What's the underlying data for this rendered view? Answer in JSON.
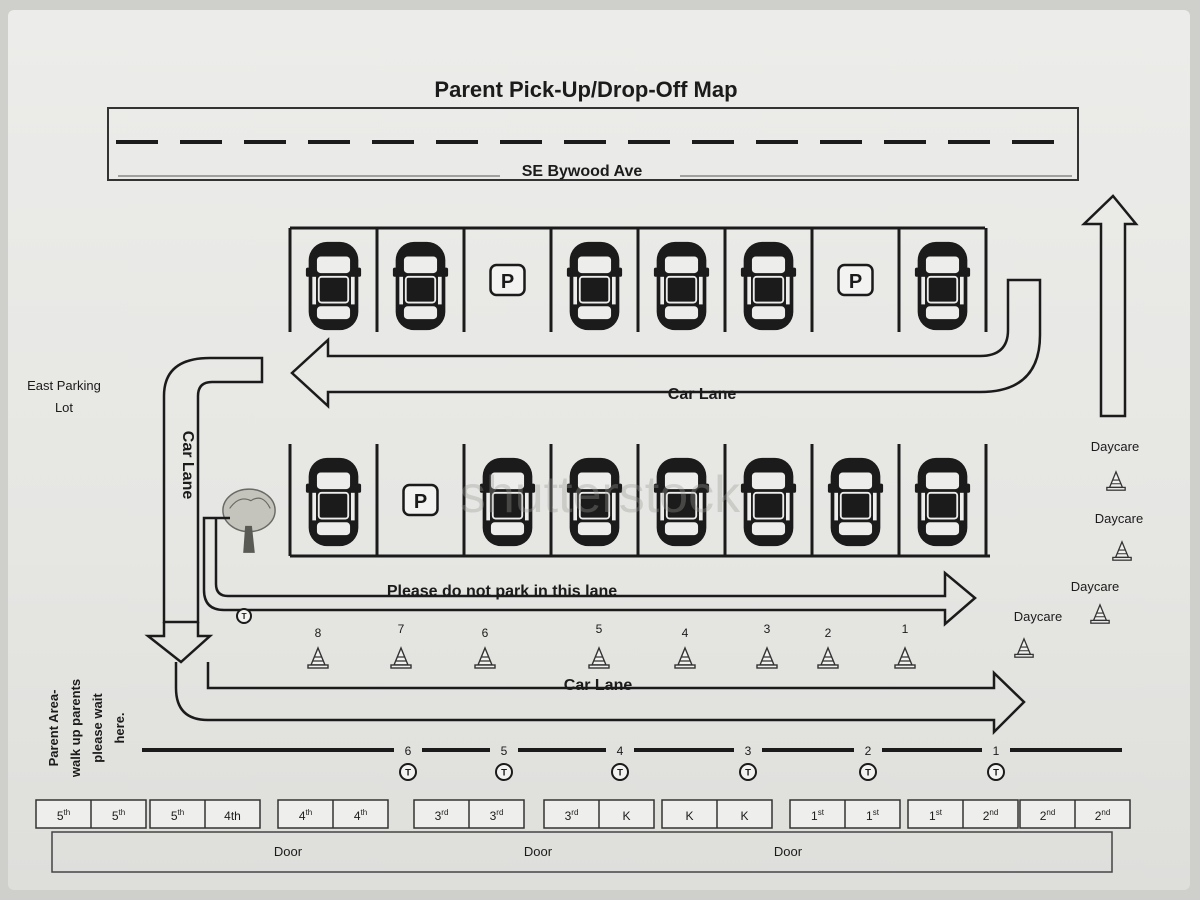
{
  "title": "Parent Pick-Up/Drop-Off Map",
  "street": "SE Bywood Ave",
  "east_parking": [
    "East Parking",
    "Lot"
  ],
  "car_lane_label": "Car Lane",
  "no_park_label": "Please do not park in this lane",
  "parent_area": [
    "Parent Area-",
    "walk up parents",
    "please wait",
    "here."
  ],
  "watermark": "shutterstock",
  "parking_row_top": [
    "car",
    "car",
    "P",
    "car",
    "car",
    "car",
    "P",
    "car"
  ],
  "parking_row_bottom": [
    "car",
    "P",
    "car",
    "car",
    "car",
    "car",
    "car",
    "car"
  ],
  "parking_symbol": "P",
  "cone_labels": [
    "8",
    "7",
    "6",
    "5",
    "4",
    "3",
    "2",
    "1"
  ],
  "daycare_label": "Daycare",
  "daycare_count": 4,
  "tech_stops": [
    "6",
    "5",
    "4",
    "3",
    "2",
    "1"
  ],
  "tech_symbol": "T",
  "grade_groups": [
    [
      {
        "base": "5",
        "sup": "th"
      },
      {
        "base": "5",
        "sup": "th"
      }
    ],
    [
      {
        "base": "5",
        "sup": "th"
      },
      {
        "base": "4th",
        "sup": ""
      }
    ],
    [
      {
        "base": "4",
        "sup": "th"
      },
      {
        "base": "4",
        "sup": "th"
      }
    ],
    [
      {
        "base": "3",
        "sup": "rd"
      },
      {
        "base": "3",
        "sup": "rd"
      }
    ],
    [
      {
        "base": "3",
        "sup": "rd"
      },
      {
        "base": "K",
        "sup": ""
      }
    ],
    [
      {
        "base": "K",
        "sup": ""
      },
      {
        "base": "K",
        "sup": ""
      }
    ],
    [
      {
        "base": "1",
        "sup": "st"
      },
      {
        "base": "1",
        "sup": "st"
      }
    ],
    [
      {
        "base": "1",
        "sup": "st"
      },
      {
        "base": "2",
        "sup": "nd"
      }
    ],
    [
      {
        "base": "2",
        "sup": "nd"
      },
      {
        "base": "2",
        "sup": "nd"
      }
    ]
  ],
  "doors": [
    "Door",
    "Door",
    "Door"
  ]
}
